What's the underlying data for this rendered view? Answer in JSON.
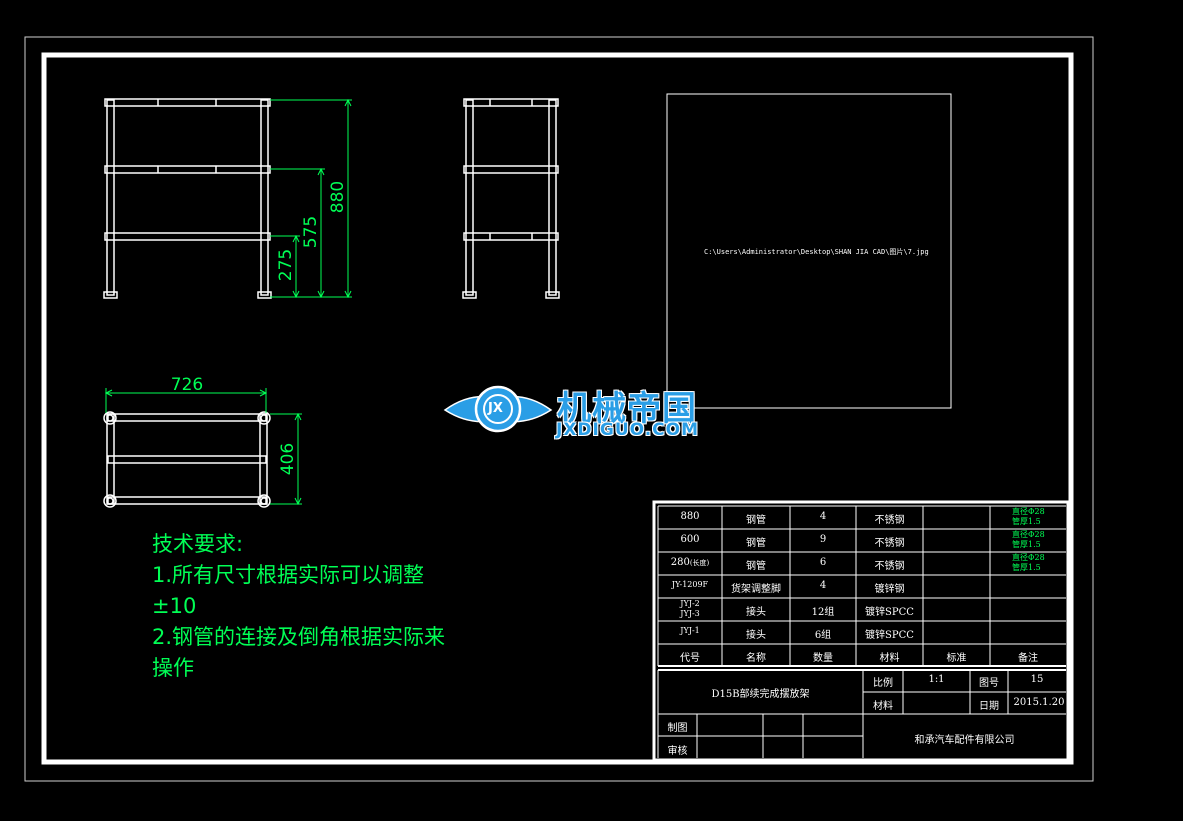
{
  "dimensions": {
    "height_total": "880",
    "height_mid": "575",
    "height_low": "275",
    "width": "726",
    "depth": "406"
  },
  "image_path": "C:\\Users\\Administrator\\Desktop\\SHAN JIA CAD\\图片\\7.jpg",
  "logo": {
    "chinese": "机械帝国",
    "english": "JXDIGUO.COM",
    "badge": "JX"
  },
  "tech_requirements": {
    "title": "技术要求:",
    "line1": "1.所有尺寸根据实际可以调整",
    "line2": "±10",
    "line3": "2.钢管的连接及倒角根据实际来",
    "line4": "操作"
  },
  "bom": {
    "rows": [
      {
        "code": "880",
        "name": "钢管",
        "qty": "4",
        "material": "不锈钢",
        "standard": "",
        "note1": "直径Φ28",
        "note2": "管厚1.5"
      },
      {
        "code": "600",
        "name": "钢管",
        "qty": "9",
        "material": "不锈钢",
        "standard": "",
        "note1": "直径Φ28",
        "note2": "管厚1.5"
      },
      {
        "code": "280",
        "code_sub": "(长度)",
        "name": "钢管",
        "qty": "6",
        "material": "不锈钢",
        "standard": "",
        "note1": "直径Φ28",
        "note2": "管厚1.5"
      },
      {
        "code": "JY-1209F",
        "name": "货架调整脚",
        "qty": "4",
        "material": "镀锌钢",
        "standard": "",
        "note1": "",
        "note2": ""
      },
      {
        "code": "JYJ-2",
        "code2": "JYJ-3",
        "name": "接头",
        "qty": "12组",
        "material": "镀锌SPCC",
        "standard": "",
        "note1": "",
        "note2": ""
      },
      {
        "code": "JYJ-1",
        "name": "接头",
        "qty": "6组",
        "material": "镀锌SPCC",
        "standard": "",
        "note1": "",
        "note2": ""
      }
    ],
    "headers": {
      "code": "代号",
      "name": "名称",
      "qty": "数量",
      "material": "材料",
      "standard": "标准",
      "note": "备注"
    }
  },
  "title_block": {
    "drawing_name": "D15B部续完成摆放架",
    "scale_label": "比例",
    "scale_value": "1:1",
    "drawing_no_label": "图号",
    "drawing_no_value": "15",
    "material_label": "材料",
    "date_label": "日期",
    "date_value": "2015.1.20",
    "drawn_label": "制图",
    "checked_label": "审核",
    "company": "和承汽车配件有限公司"
  },
  "colors": {
    "background": "#000000",
    "frame": "#ffffff",
    "dimension": "#00ff55",
    "text": "#ffffff",
    "logo": "#2a9ee6"
  }
}
